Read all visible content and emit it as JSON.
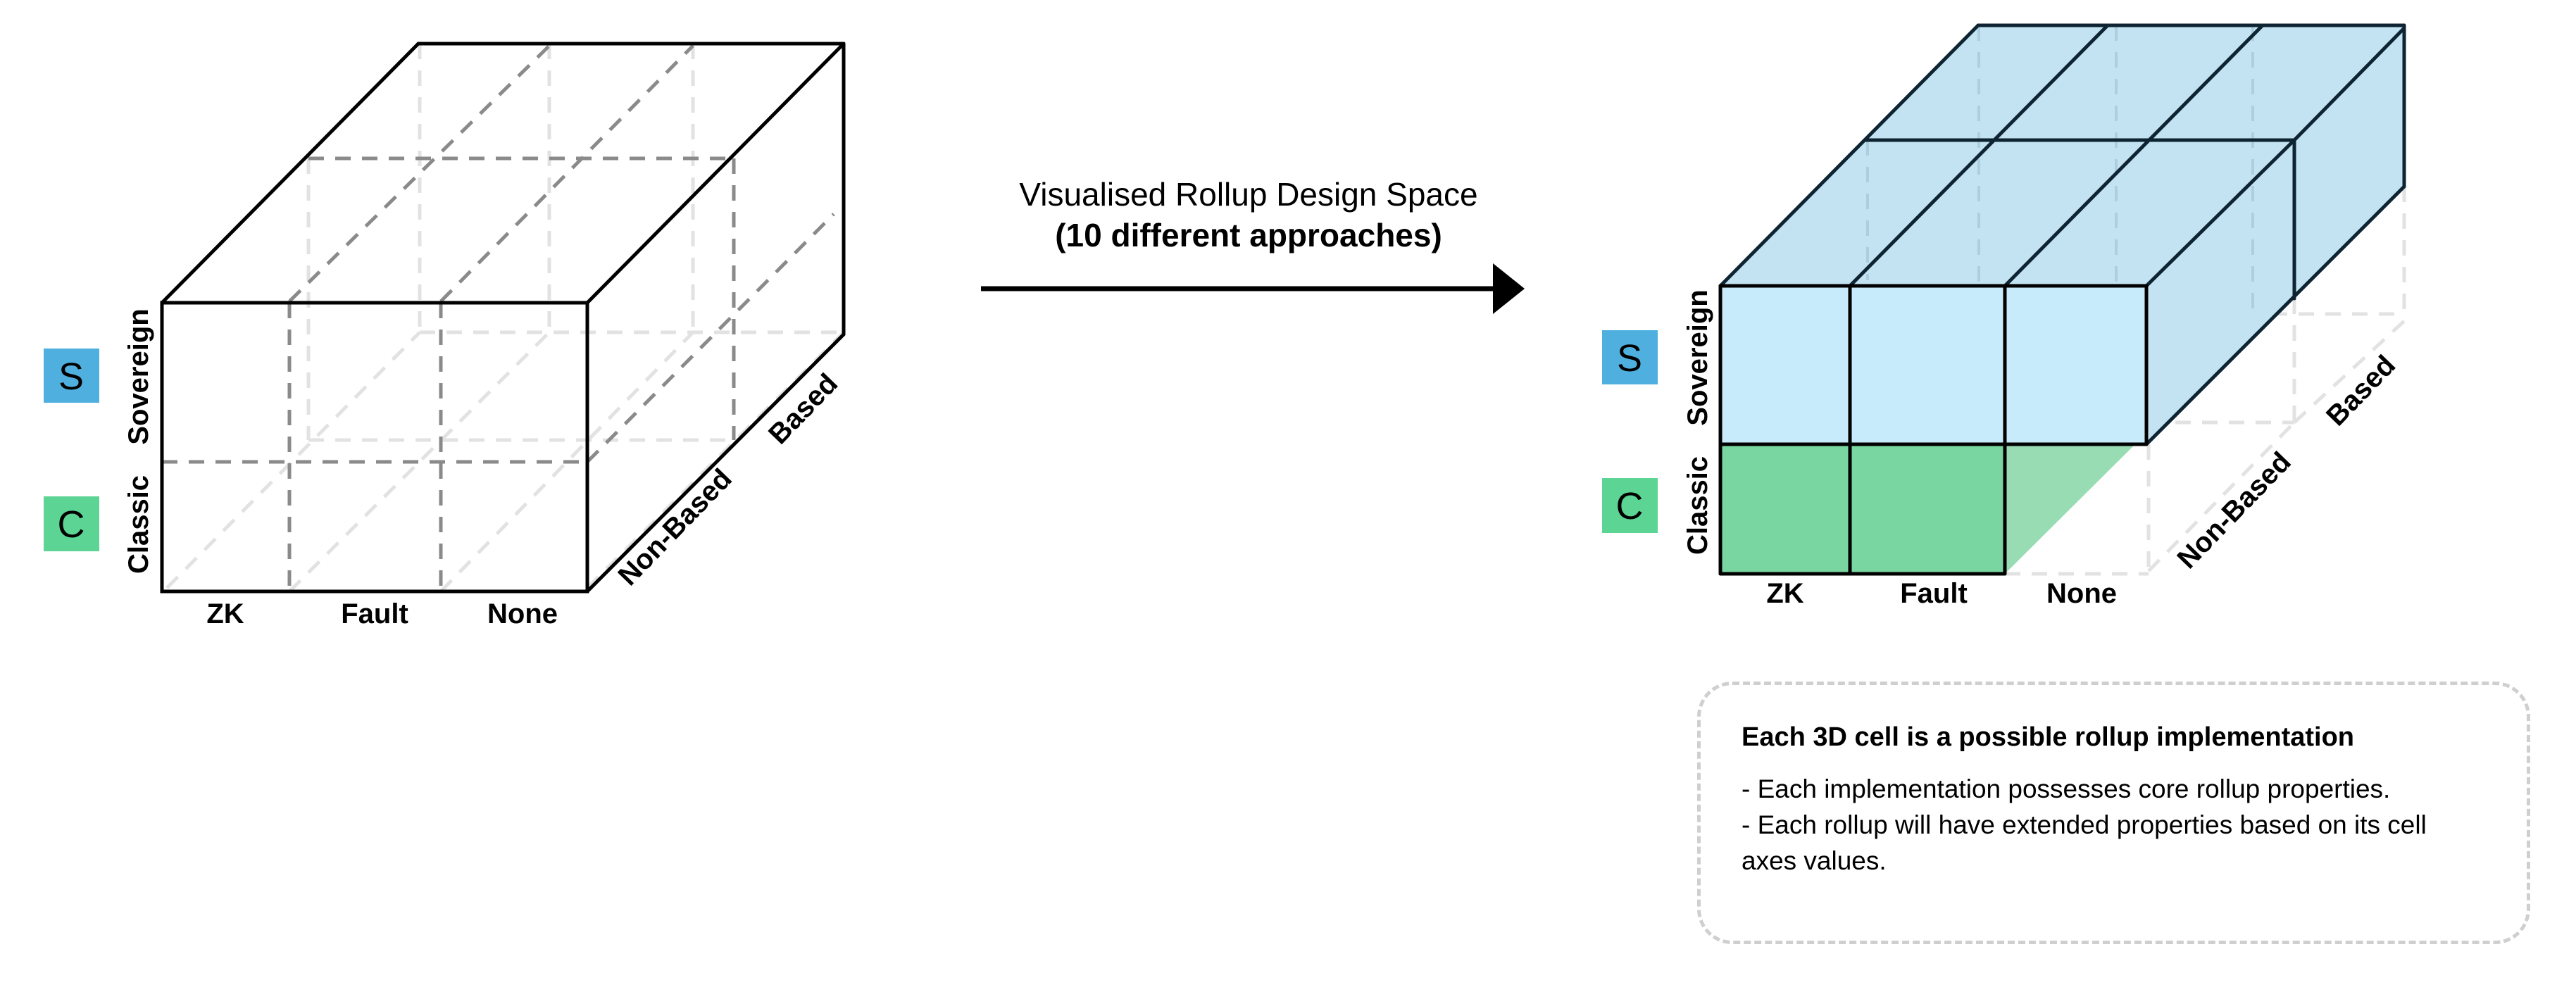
{
  "left_cube": {
    "row_badges": [
      {
        "letter": "S",
        "color": "#4fb0df"
      },
      {
        "letter": "C",
        "color": "#5cd493"
      }
    ],
    "row_labels": [
      "Sovereign",
      "Classic"
    ],
    "column_labels": [
      "ZK",
      "Fault",
      "None"
    ],
    "depth_labels": [
      "Non-Based",
      "Based"
    ]
  },
  "arrow": {
    "title": "Visualised Rollup Design Space",
    "subtitle": "(10 different approaches)"
  },
  "right_cube": {
    "row_badges": [
      {
        "letter": "S",
        "color": "#4fb0df"
      },
      {
        "letter": "C",
        "color": "#5cd493"
      }
    ],
    "row_labels": [
      "Sovereign",
      "Classic"
    ],
    "column_labels": [
      "ZK",
      "Fault",
      "None"
    ],
    "depth_labels": [
      "Non-Based",
      "Based"
    ],
    "colors": {
      "sovereign_front": "#c8ebfb",
      "sovereign_side": "#c3e3f2",
      "classic": "#7ad6a0",
      "classic_light": "#98dcb4"
    }
  },
  "note": {
    "heading": "Each 3D cell is a possible rollup implementation",
    "lines": [
      "- Each implementation possesses core rollup properties.",
      "- Each rollup will have extended properties based on its cell axes values."
    ]
  }
}
